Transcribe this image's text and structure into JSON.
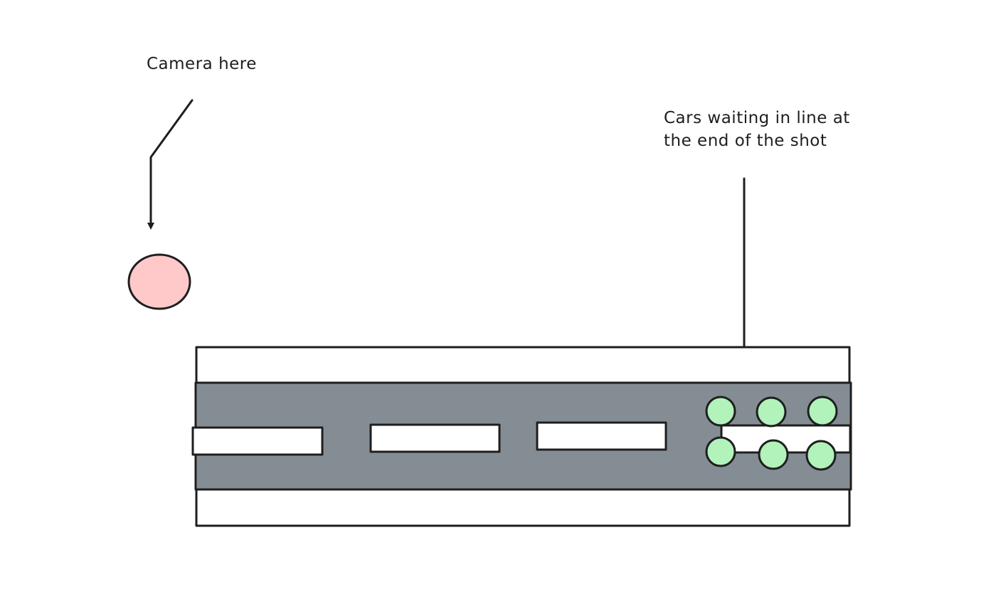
{
  "annotations": {
    "camera_label": "Camera here",
    "cars_label_line1": "Cars waiting in line at",
    "cars_label_line2": "the end of the shot"
  },
  "colors": {
    "stroke": "#1e1e1e",
    "road": "#858d94",
    "sidewalk": "#ffffff",
    "lane_marking": "#ffffff",
    "camera": "#ffc9c9",
    "car": "#b2f2bb"
  },
  "scene": {
    "camera_count": 1,
    "lane_marking_count": 4,
    "car_count": 6
  }
}
